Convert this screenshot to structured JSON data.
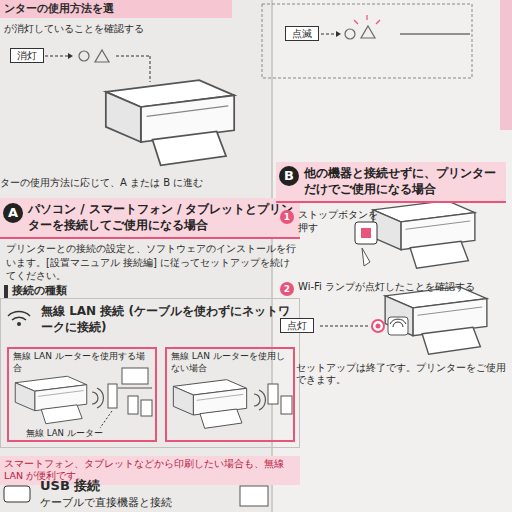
{
  "diagram": {
    "title": "ンターの使用方法を選",
    "nodes": [
      {
        "text": [
          "パソコン / スマートフォン / タブレットとプリンターを接続してご使用になる場合",
          "プリンターとの接続の設定と、ソフトウェアのインストールを行います。[設置マニュアル 接続編] に従ってセットアップを続けてください。"
        ]
      },
      {
        "text": [
          "無線 LAN 接続 (ケーブルを使わずにネットワークに接続)"
        ],
        "in": 0
      },
      {
        "text": [
          "無線 LAN ルーターを使用する場合"
        ],
        "in": 1
      },
      {
        "text": [
          "無線 LAN ルーターを使用しない場合"
        ],
        "in": 1
      },
      {
        "text": [
          "他の機器と接続せずに、プリンターだけでご使用になる場合"
        ]
      }
    ],
    "labels": [
      "が消灯していることを確認する",
      "消灯",
      "ターの使用方法に応じて、A または B に進む",
      "A",
      "接続の種類",
      "無線 LAN ルーター",
      "スマートフォン、タブレットなどから印刷したい場合も、無線 LAN が便利です。",
      "USB 接続",
      "ケーブルで直接機器と接続",
      "点滅",
      "B",
      "1",
      "ストップボタンを押す",
      "2",
      "Wi-Fi ランプが点灯したことを確認する",
      "点灯",
      "セットアップは終了です。プリンターをご使用できます。"
    ]
  }
}
